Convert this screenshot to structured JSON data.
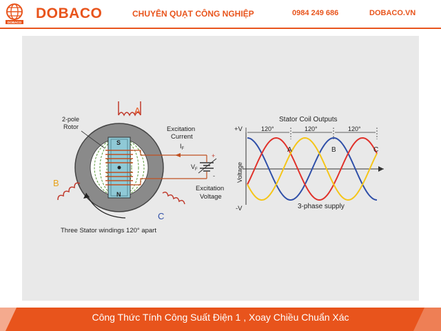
{
  "header": {
    "logo_small_text": "DOBACO",
    "brand": "DOBACO",
    "slogan": "CHUYÊN QUẠT CÔNG NGHIỆP",
    "phone": "0984 249 686",
    "website": "DOBACO.VN"
  },
  "diagram": {
    "phase_a": "A",
    "phase_b": "B",
    "phase_c": "C",
    "rotor_label_1": "2-pole",
    "rotor_label_2": "Rotor",
    "pole_s": "S",
    "pole_n": "N",
    "excitation_current_1": "Excitation",
    "excitation_current_2": "Current",
    "if_symbol": "I",
    "if_sub": "F",
    "vf_symbol": "V",
    "vf_sub": "F",
    "plus": "+",
    "minus": "-",
    "excitation_voltage_1": "Excitation",
    "excitation_voltage_2": "Voltage",
    "windings_caption": "Three Stator windings 120° apart"
  },
  "chart": {
    "title": "Stator Coil Outputs",
    "plus_v": "+V",
    "minus_v": "-V",
    "y_axis_label": "Voltage",
    "angle_labels": [
      "120°",
      "120°",
      "120°"
    ],
    "phase_labels": [
      "A",
      "B",
      "C"
    ],
    "x_caption": "3-phase supply",
    "colors": {
      "A": "#e0312a",
      "B": "#f5c518",
      "C": "#2f4fa8"
    }
  },
  "footer": {
    "title": "Công Thức Tính Công Suất Điện 1 , Xoay Chiều Chuẩn Xác",
    "band_color": "#e8541c"
  }
}
